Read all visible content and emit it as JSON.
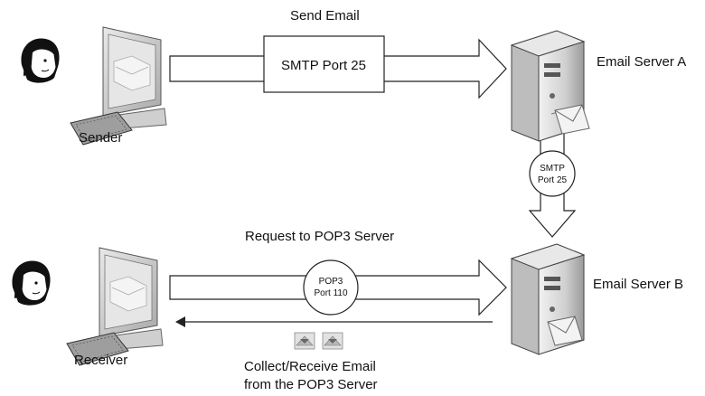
{
  "labels": {
    "send_email": "Send Email",
    "smtp_port_25_box": "SMTP Port 25",
    "email_server_a": "Email Server A",
    "sender": "Sender",
    "smtp_circle_line1": "SMTP",
    "smtp_circle_line2": "Port 25",
    "request_pop3": "Request to POP3 Server",
    "pop3_circle_line1": "POP3",
    "pop3_circle_line2": "Port 110",
    "email_server_b": "Email Server B",
    "receiver": "Receiver",
    "collect_line1": "Collect/Receive Email",
    "collect_line2": "from the POP3 Server"
  },
  "icons": {
    "person": "person-icon",
    "computer": "computer-icon",
    "server": "server-icon",
    "envelope": "envelope-icon"
  },
  "colors": {
    "line": "#222222",
    "arrow_fill": "#ffffff",
    "server_body": "#d8d8d8",
    "server_dark": "#8c8c8c",
    "monitor": "#cfcfcf",
    "face": "#ffffff",
    "hair": "#111111"
  }
}
